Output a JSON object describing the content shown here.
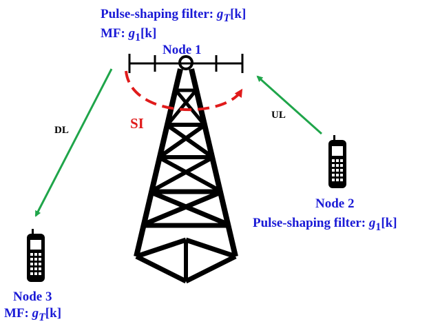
{
  "colors": {
    "node_text": "#1a1ad6",
    "uplink_downlink_arrow": "#1fa54a",
    "self_interference": "#e01b1b",
    "tower": "#000000"
  },
  "icons": {
    "tower": "cell-tower-icon",
    "phone": "mobile-phone-icon"
  },
  "node1": {
    "title": "Node 1",
    "pulse_prefix": "Pulse-shaping filter: ",
    "pulse_symbol": "g",
    "pulse_subscript": "T",
    "pulse_arg": "[k]",
    "mf_prefix": "MF: ",
    "mf_symbol": "g",
    "mf_subscript": "1",
    "mf_arg": "[k]"
  },
  "node2": {
    "title": "Node 2",
    "pulse_prefix": "Pulse-shaping filter: ",
    "pulse_symbol": "g",
    "pulse_subscript": "1",
    "pulse_arg": "[k]"
  },
  "node3": {
    "title": "Node 3",
    "mf_prefix": "MF: ",
    "mf_symbol": "g",
    "mf_subscript": "T",
    "mf_arg": "[k]"
  },
  "links": {
    "uplink": "UL",
    "downlink": "DL",
    "self_interference": "SI"
  }
}
